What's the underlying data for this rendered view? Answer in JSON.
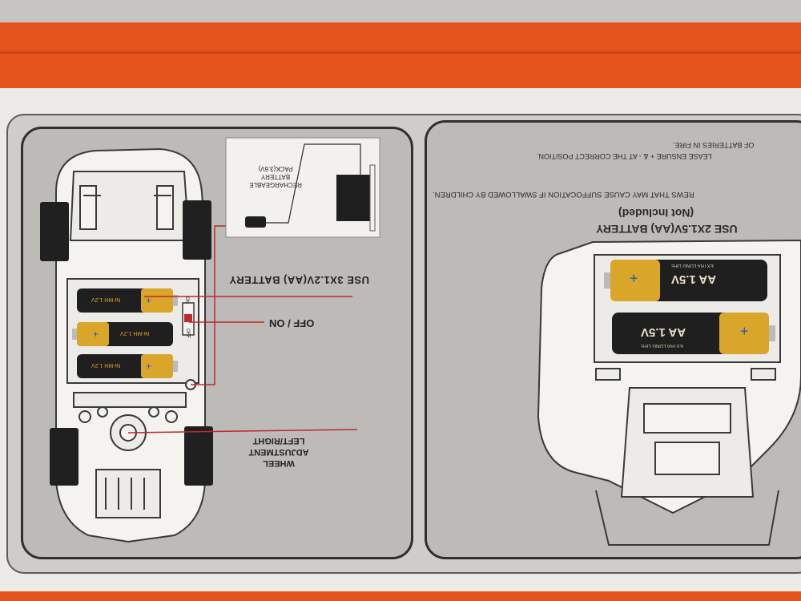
{
  "left_panel": {
    "battery_label": "USE 3X1.2V(AA) BATTERY",
    "switch_label": "OFF / ON",
    "wheel_label": [
      "WHEEL",
      "ADJUSTMENT",
      "LEFT/RIGHT"
    ],
    "pack_label": [
      "RECHARGEABLE",
      "BATTERY",
      "PACK(3.6V)"
    ],
    "switch_on": "ON",
    "switch_off": "OFF",
    "cell_label": "Ni-MH 1.2V",
    "cell_symbol": "+"
  },
  "right_panel": {
    "lines": {
      "fire": "OF BATTERIES IN FIRE.",
      "ensure": "LEASE ENSURE + & - AT THE CORRECT POSITION.",
      "screws": "REWS THAT MAY CAUSE SUFFOCATION IF SWALLOWED BY CHILDREN.",
      "not_included": "(Not Included)",
      "use_battery": "USE 2X1.5V(AA) BATTERY"
    },
    "cell_big": "AA 1.5V",
    "cell_small": "EXTRA LONG LIFE",
    "cell_symbol": "+"
  },
  "colors": {
    "orange": "#e5531d",
    "panel_gray": "#bdbbb8",
    "cell_gold": "#d9a62a",
    "cell_black": "#1f1f1f",
    "wire_red": "#c0282a"
  }
}
